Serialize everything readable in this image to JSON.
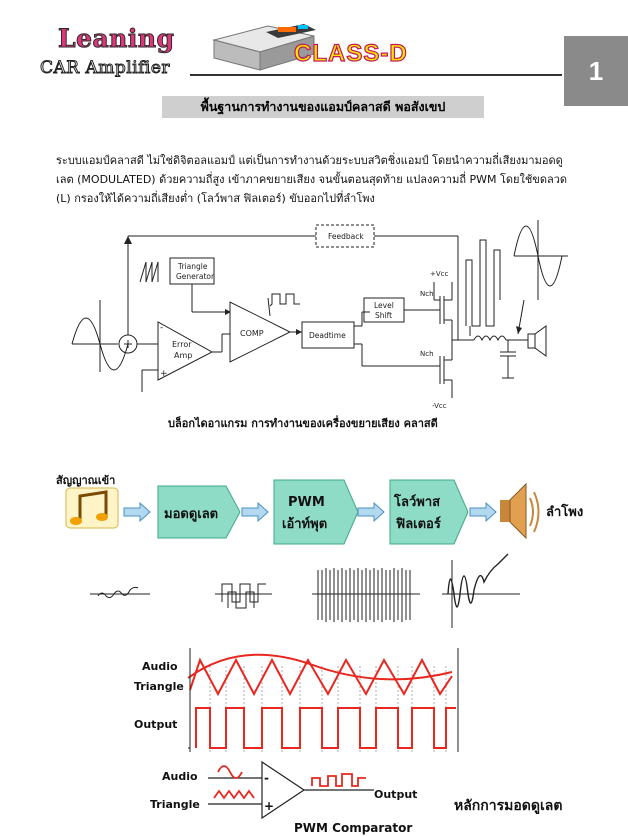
{
  "header": {
    "logo_line1": "Leaning",
    "logo_line2": "CAR Amplifier",
    "brand": "CLASS-D",
    "page_number": "1"
  },
  "section_title": "พื้นฐานการทำงานของแอมป์คลาสดี พอสังเขป",
  "intro_paragraph": "ระบบแอมป์คลาสดี ไม่ใช่ดิจิตอลแอมป์ แต่เป็นการทำงานด้วยระบบสวิตชิ่งแอมป์ โดยนำความถี่เสียงมามอดดูเลต (MODULATED) ด้วยความถี่สูง เข้าภาคขยายเสียง จนขั้นตอนสุดท้าย แปลงความถี่ PWM โดยใช้ขดลวด (L) กรองให้ได้ความถี่เสียงต่ำ (โลว์พาส ฟิลเตอร์) ขับออกไปที่ลำโพง",
  "block_diagram": {
    "feedback": "Feedback",
    "triangle_generator": [
      "Triangle",
      "Generator"
    ],
    "error_amp": [
      "Error",
      "Amp"
    ],
    "comp": "COMP",
    "deadtime": "Deadtime",
    "level_shift": [
      "Level",
      "Shift"
    ],
    "vcc_pos": "+Vcc",
    "vcc_neg": "-Vcc",
    "nch": "Nch",
    "minus": "-",
    "plus": "+",
    "caption": "บล็อกไดอาแกรม การทำงานของเครื่องขยายเสียง คลาสดี"
  },
  "flow": {
    "input_label": "สัญญาณเข้า",
    "step1": "มอดดูเลต",
    "step2": [
      "PWM",
      "เอ้าท์พุต"
    ],
    "step3": [
      "โลว์พาส",
      "ฟิลเตอร์"
    ],
    "output_label": "ลำโพง"
  },
  "waveforms": {
    "audio": "Audio",
    "triangle": "Triangle",
    "output": "Output"
  },
  "comparator": {
    "audio": "Audio",
    "triangle": "Triangle",
    "output": "Output",
    "minus": "-",
    "plus": "+",
    "title": "PWM Comparator",
    "caption": "หลักการมอดดูเลต"
  },
  "colors": {
    "flow_box": "#8fdcc6",
    "arrow": "#b3d9f0",
    "waveform": "#e8271f",
    "page_box": "#8a8a8a"
  }
}
